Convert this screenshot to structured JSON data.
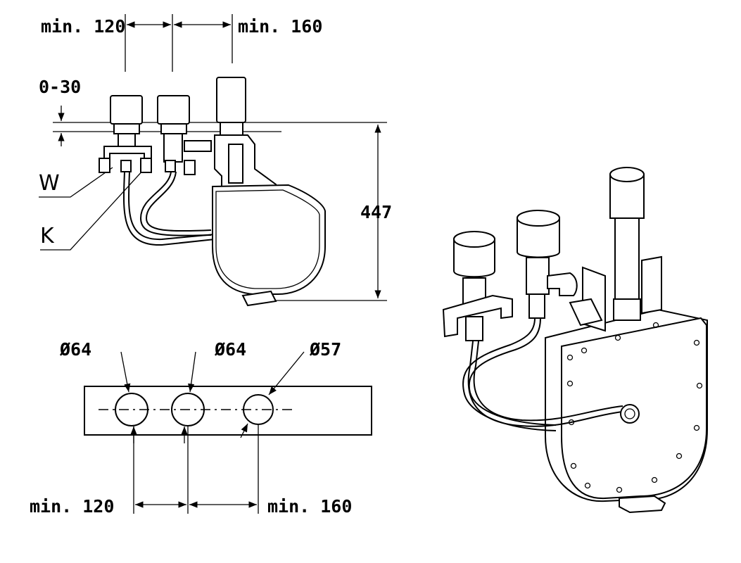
{
  "dimensions": {
    "top_min_120": "min. 120",
    "top_min_160": "min. 160",
    "offset_range": "0-30",
    "height": "447",
    "bottom_min_120": "min. 120",
    "bottom_min_160": "min. 160"
  },
  "labels": {
    "w": "W",
    "k": "K"
  },
  "diameters": {
    "d1": "Ø64",
    "d2": "Ø64",
    "d3": "Ø57"
  }
}
